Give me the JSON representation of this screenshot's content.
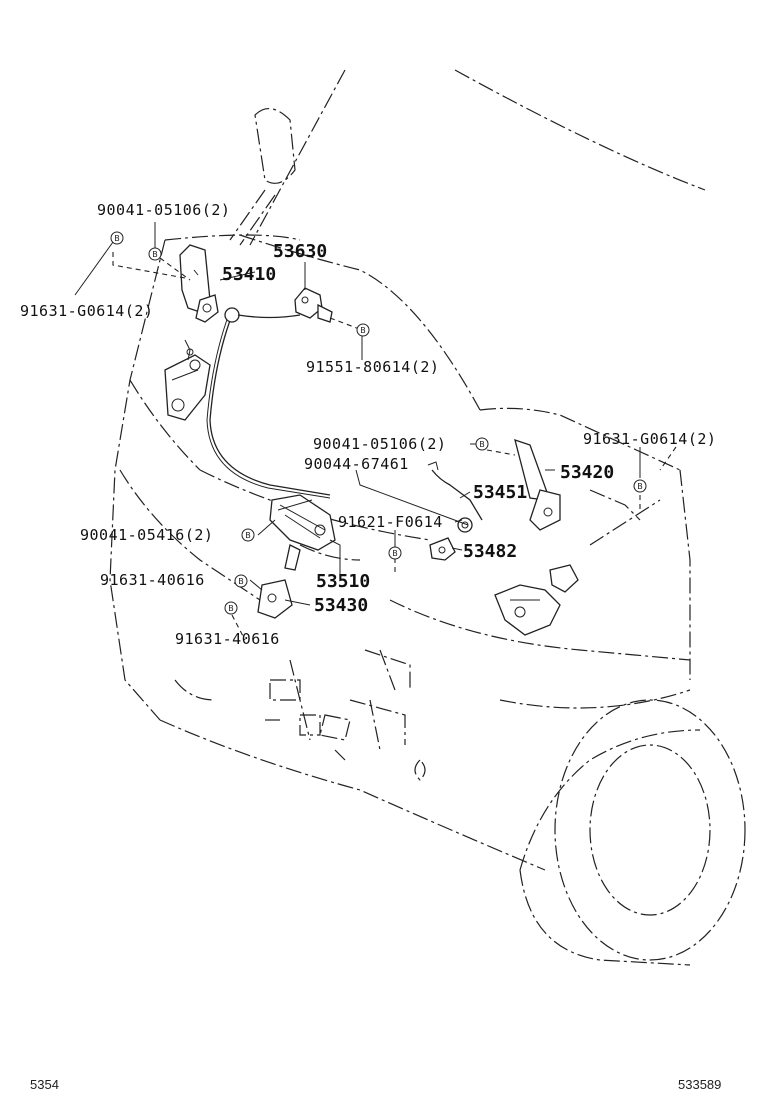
{
  "labels": {
    "p90041_05106_2_left": "90041-05106(2)",
    "p91631_G0614_2_left": "91631-G0614(2)",
    "p53630": "53630",
    "p53410": "53410",
    "p91551_80614_2": "91551-80614(2)",
    "p90041_05106_2_mid": "90041-05106(2)",
    "p90044_67461": "90044-67461",
    "p91631_G0614_2_right": "91631-G0614(2)",
    "p53420": "53420",
    "p53451": "53451",
    "p90041_05416_2": "90041-05416(2)",
    "p91621_F0614": "91621-F0614",
    "p53482": "53482",
    "p53510": "53510",
    "p91631_40616_a": "91631-40616",
    "p53430": "53430",
    "p91631_40616_b": "91631-40616",
    "bolt_marker": "B"
  },
  "footer": {
    "left_code": "5354",
    "right_code": "533589"
  }
}
